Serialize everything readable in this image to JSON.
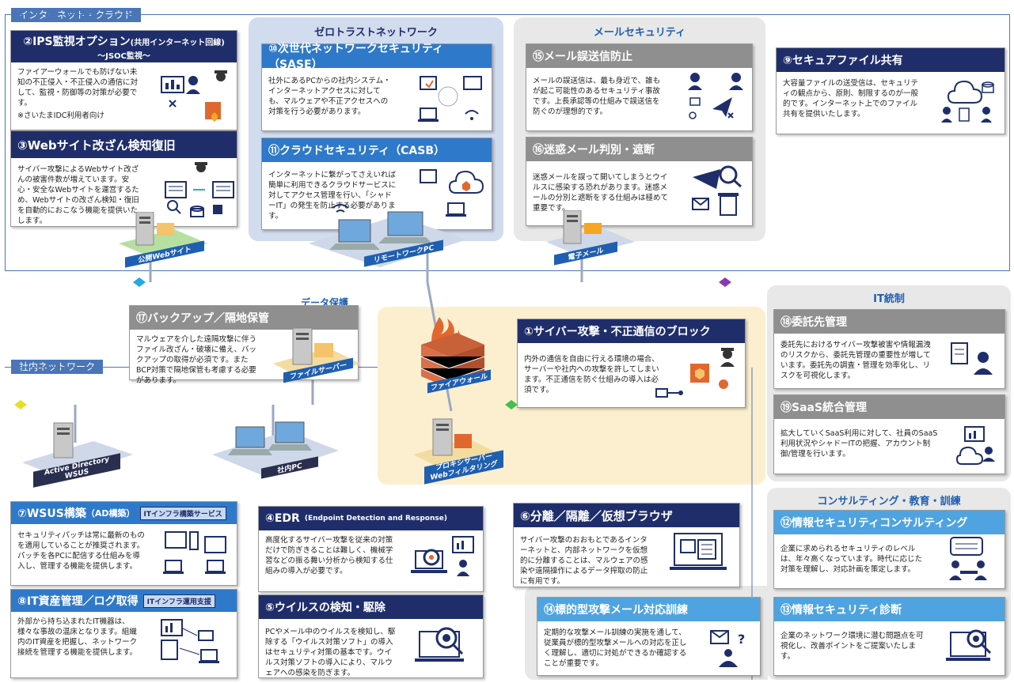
{
  "regions": {
    "internet": "インターネット・クラウド",
    "internal": "社内ネットワーク"
  },
  "zones": {
    "zerotrust": "ゼロトラストネットワーク",
    "mail": "メールセキュリティ",
    "backup": "データ保護",
    "it_governance": "IT統制",
    "consulting": "コンサルティング・教育・訓練"
  },
  "cards": {
    "ips": {
      "title": "②IPS監視オプション",
      "title_small": "(共用インターネット回線)",
      "subtitle": "～JSOC監視～",
      "body": "ファイアーウォールでも防げない未知の不正侵入・不正侵入の通信に対して、監視・防御等の対策が必要です。",
      "note": "※さいたまIDC利用者向け"
    },
    "web": {
      "title": "③Webサイト改ざん検知復旧",
      "body": "サイバー攻撃によるWebサイト改ざんの被害件数が増えています。安心・安全なWebサイトを運営するため、Webサイトの改ざん検知・復旧を自動的におこなう機能を提供いたします。"
    },
    "sase": {
      "title": "⑩次世代ネットワークセキュリティ（SASE）",
      "body": "社外にあるPCからの社内システム・インターネットアクセスに対しても、マルウェアや不正アクセスへの対策を行う必要があります。"
    },
    "casb": {
      "title": "⑪クラウドセキュリティ（CASB）",
      "body": "インターネットに繋がってさえいれば簡単に利用できるクラウドサービスに対してアクセス管理を行い、「シャドーIT」の発生を防止する必要があります。"
    },
    "mis": {
      "title": "⑮メール誤送信防止",
      "body": "メールの誤送信は、最も身近で、誰もが起こ可能性のあるセキュリティ事故です。上長承認等の仕組みで誤送信を防ぐのが理想的です。"
    },
    "spam": {
      "title": "⑯迷惑メール判別・遮断",
      "body": "迷惑メールを誤って開いてしまうとウイルスに感染する恐れがあります。迷惑メールの分別と遮断をする仕組みは極めて重要です。"
    },
    "share": {
      "title": "⑨セキュアファイル共有",
      "body": "大容量ファイルの送受信は、セキュリティの観点から、原則、制限するのが一般的です。インターネット上でのファイル共有を提供いたします。"
    },
    "backup": {
      "title": "⑰バックアップ／隔地保管",
      "body": "マルウェアを介した遠隔攻撃に伴うファイル改ざん・破壊に備え、バックアップの取得が必須です。またBCP対策で隔地保管も考慮する必要があります。"
    },
    "block": {
      "title": "①サイバー攻撃・不正通信のブロック",
      "body": "内外の通信を自由に行える環境の場合、サーバーや社内への攻撃を許してしまいます。不正通信を防ぐ仕組みの導入は必須です。"
    },
    "vendor": {
      "title": "⑱委託先管理",
      "body": "委託先におけるサイバー攻撃被害や情報漏洩のリスクから、委託先管理の重要性が増しています。委託先の調査・管理を効率化し、リスクを可視化します。"
    },
    "saas": {
      "title": "⑲SaaS統合管理",
      "body": "拡大していくSaaS利用に対して、社員のSaaS利用状況やシャドーITの把握、アカウント制御/管理を行います。"
    },
    "wsus": {
      "title": "⑦WSUS構築",
      "title_small": "（AD構築）",
      "tag": "ITインフラ構築サービス",
      "body": "セキュリティパッチは常に最新のものを適用していることが推奨されます。パッチを各PCに配信する仕組みを導入し、管理する機能を提供します。"
    },
    "asset": {
      "title": "⑧IT資産管理／ログ取得",
      "tag": "ITインフラ運用支援",
      "body": "外部から持ち込まれたIT機器は、様々な事故の温床となります。組織内のIT資産を把握し、ネットワーク接続を管理する機能を提供します。"
    },
    "edr": {
      "title": "④EDR",
      "title_small": "(Endpoint Detection and Response)",
      "body": "高度化するサイバー攻撃を従来の対策だけで防ぎきることは難しく、機械学習などの振る舞い分析から検知する仕組みの導入が必要です。"
    },
    "virus": {
      "title": "⑤ウイルスの検知・駆除",
      "body": "PCやメール中のウイルスを検知し、駆除する「ウイルス対策ソフト」の導入はセキュリティ対策の基本です。ウイルス対策ソフトの導入により、マルウェアへの感染を防ぎます。"
    },
    "isolation": {
      "title": "⑥分離／隔離／仮想ブラウザ",
      "body": "サイバー攻撃のおおもとであるインターネットと、内部ネットワークを仮想的に分離することは、マルウェアの感染や遠隔操作によるデータ搾取の防止に有用です。"
    },
    "training": {
      "title": "⑭標的型攻撃メール対応訓練",
      "body": "定期的な攻撃メール訓練の実施を通して、従業員が標的型攻撃メールへの対応を正しく理解し、適切に対処ができるか確認することが重要です。"
    },
    "consult": {
      "title": "⑫情報セキュリティコンサルティング",
      "body": "企業に求められるセキュリティのレベルは、年々高くなっています。時代に応じた対策を理解し、対応計画を策定します。"
    },
    "diag": {
      "title": "⑬情報セキュリティ診断",
      "body": "企業のネットワーク環境に潜む問題点を可視化し、改善ポイントをご提案いたします。"
    }
  },
  "labels": {
    "public_web": "公開Webサイト",
    "remote_pc": "リモートワークPC",
    "mail_server": "電子メール",
    "file_server": "ファイルサーバー",
    "firewall": "ファイアウォール",
    "proxy": "プロキシサーバー\nWebフィルタリング",
    "ad": "Active Directory",
    "wsus": "WSUS",
    "internal_pc": "社内PC"
  },
  "colors": {
    "navy": "#1f2e6b",
    "blue": "#2e79c9",
    "gray": "#8f8f8f",
    "lightblue": "#4fa3e0",
    "zerotrust_bg": "#d2dcef",
    "mail_bg": "#e8e8e8",
    "block_bg": "#fcefd0"
  }
}
